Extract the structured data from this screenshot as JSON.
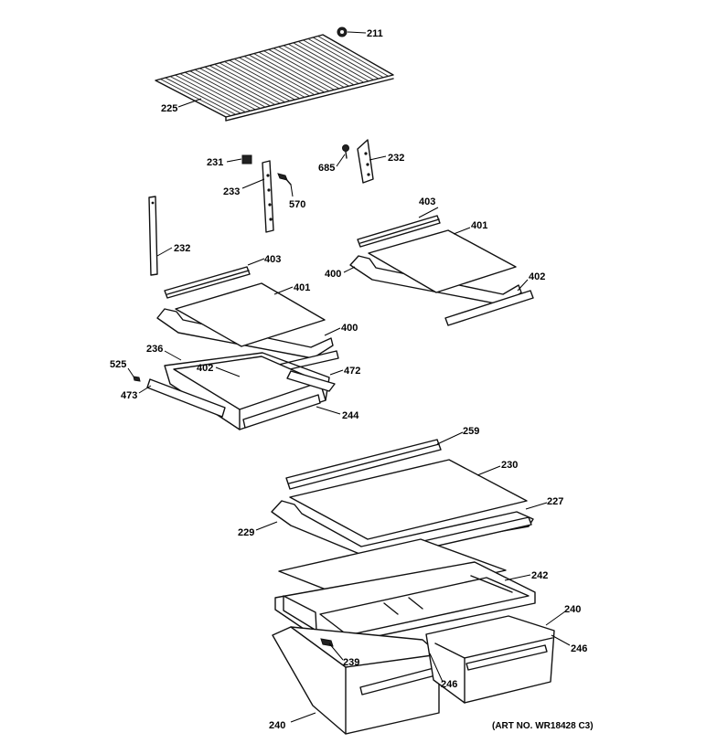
{
  "callouts": {
    "c211": "211",
    "c225": "225",
    "c231": "231",
    "c233": "233",
    "c570": "570",
    "c685": "685",
    "c232a": "232",
    "c232b": "232",
    "c403a": "403",
    "c401a": "401",
    "c400a": "400",
    "c402a": "402",
    "c403b": "403",
    "c401b": "401",
    "c400b": "400",
    "c236": "236",
    "c402b": "402",
    "c472": "472",
    "c525": "525",
    "c473": "473",
    "c244": "244",
    "c259": "259",
    "c230": "230",
    "c227": "227",
    "c229": "229",
    "c242": "242",
    "c240a": "240",
    "c246a": "246",
    "c239": "239",
    "c246b": "246",
    "c240b": "240"
  },
  "art_number": "(ART NO. WR18428 C3)"
}
